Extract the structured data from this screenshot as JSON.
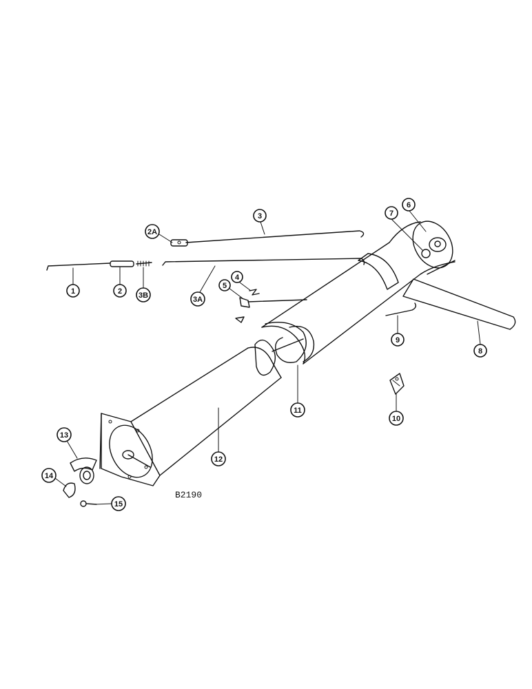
{
  "figure_code": "B2190",
  "callouts": {
    "c1": "1",
    "c2": "2",
    "c2a": "2A",
    "c3": "3",
    "c3a": "3A",
    "c3b": "3B",
    "c4": "4",
    "c5": "5",
    "c6": "6",
    "c7": "7",
    "c8": "8",
    "c9": "9",
    "c10": "10",
    "c11": "11",
    "c12": "12",
    "c13": "13",
    "c14": "14",
    "c15": "15"
  }
}
